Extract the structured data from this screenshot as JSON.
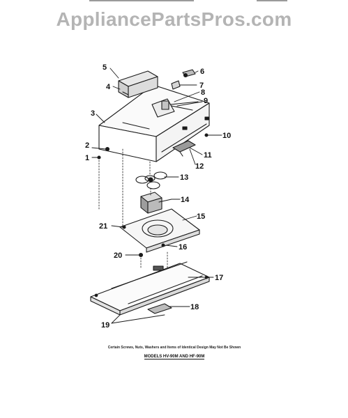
{
  "header": {
    "watermark": "AppliancePartsPros.com"
  },
  "diagram": {
    "callouts": [
      "1",
      "2",
      "3",
      "4",
      "5",
      "6",
      "7",
      "8",
      "9",
      "10",
      "11",
      "12",
      "13",
      "14",
      "15",
      "16",
      "17",
      "18",
      "19",
      "20",
      "21"
    ]
  },
  "footer": {
    "note": "Certain Screws, Nuts, Washers and Items of Identical Design May Not Be Shown",
    "models": "MODELS HV-90M AND HF-90M"
  }
}
